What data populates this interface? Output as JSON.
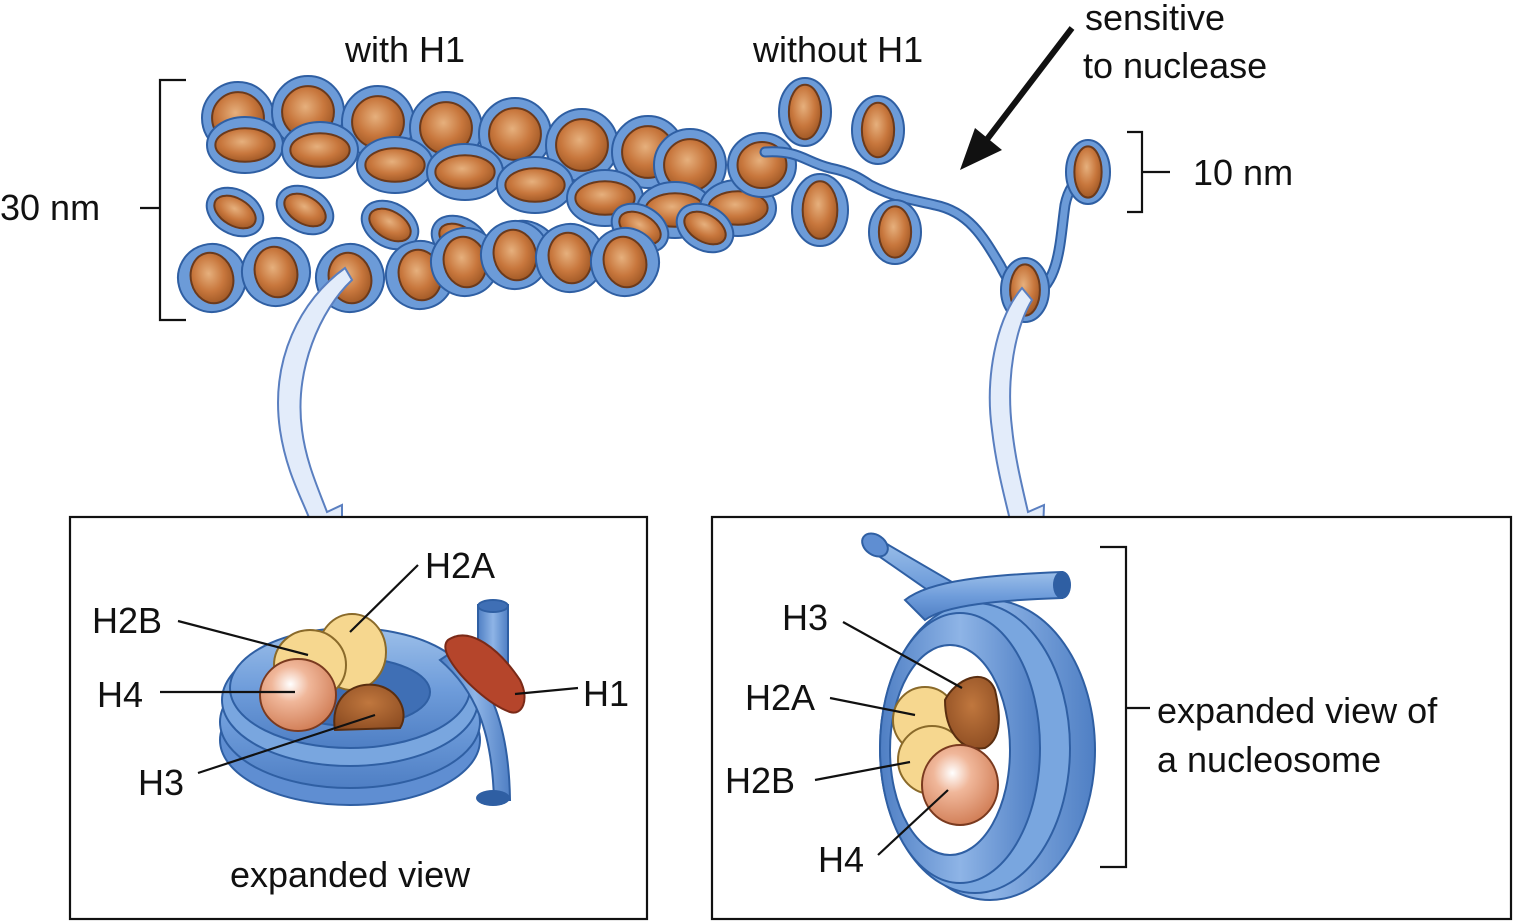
{
  "labels": {
    "with_h1": "with H1",
    "without_h1": "without H1",
    "sensitive_line1": "sensitive",
    "sensitive_line2": "to nuclease",
    "size_30": "30 nm",
    "size_10": "10 nm"
  },
  "left_panel": {
    "h2a": "H2A",
    "h2b": "H2B",
    "h4": "H4",
    "h3": "H3",
    "h1": "H1",
    "caption": "expanded view"
  },
  "right_panel": {
    "h3": "H3",
    "h2a": "H2A",
    "h2b": "H2B",
    "h4": "H4",
    "caption_line1": "expanded view of",
    "caption_line2": "a nucleosome"
  },
  "colors": {
    "dna_blue": "#6c9bd8",
    "dna_outline": "#2f5fa3",
    "histone_orange": "#c8773d",
    "histone_outline": "#6b3a1c",
    "h1_red": "#b5452b",
    "histone_cream": "#f6d78f",
    "arrow_fill": "#e3ecfa",
    "arrow_stroke": "#5a7fc0"
  }
}
